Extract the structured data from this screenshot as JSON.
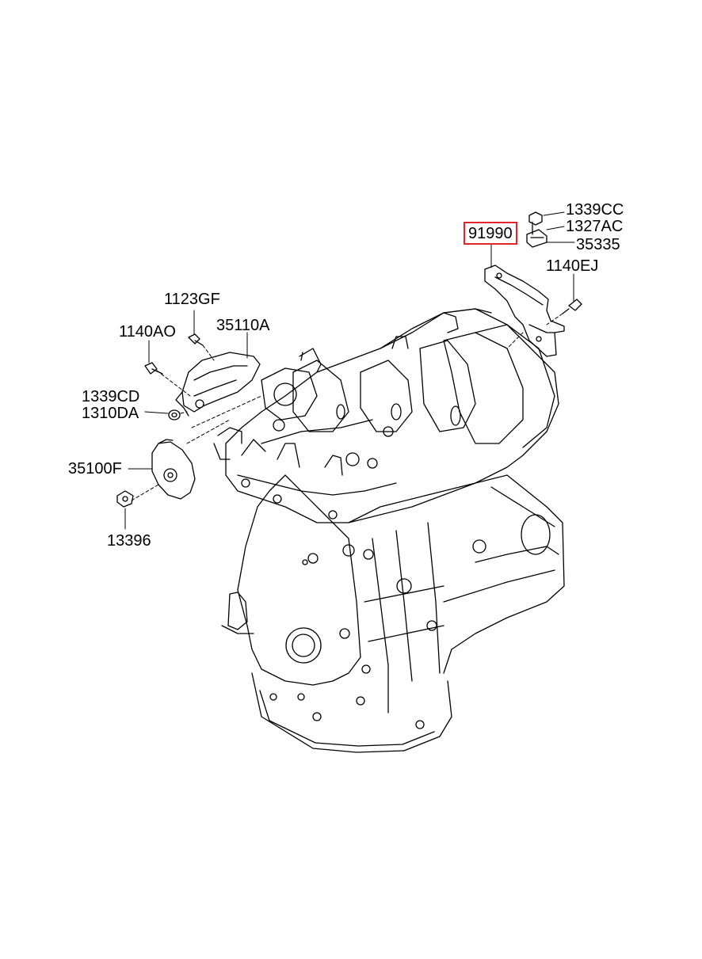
{
  "diagram": {
    "highlighted_part": "91990",
    "highlight_color": "#e0262b",
    "line_color": "#000000",
    "labels": {
      "p1339CC": "1339CC",
      "p1327AC": "1327AC",
      "p91990": "91990",
      "p35335": "35335",
      "p1140EJ": "1140EJ",
      "p1123GF": "1123GF",
      "p1140AO": "1140AO",
      "p35110A": "35110A",
      "p1339CD": "1339CD",
      "p1310DA": "1310DA",
      "p35100F": "35100F",
      "p13396": "13396"
    }
  }
}
